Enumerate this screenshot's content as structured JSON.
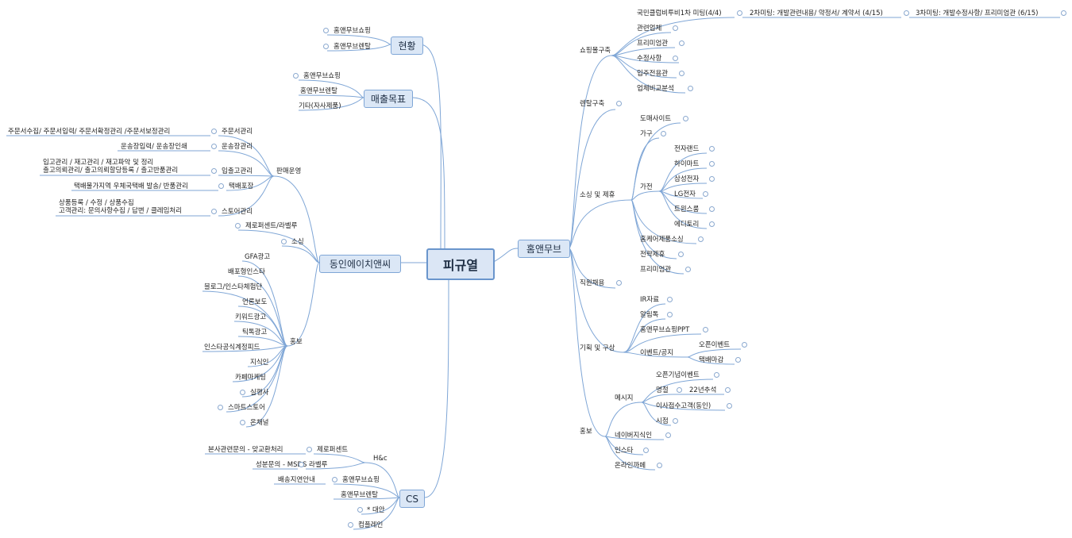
{
  "root": "피규열",
  "main": {
    "homenmu": "홈앤무브",
    "dongin": "동인에이치앤씨",
    "hyunhwang": "현황",
    "maechul": "매출목표",
    "cs": "CS"
  },
  "right": {
    "shopping": "쇼핑몰구축",
    "shopping_items": [
      "국민클럽비투비1차 미팅(4/4)",
      "2차미팅: 개발관련내용/ 약정서/ 계약서 (4/15)",
      "3차미팅: 개발수정사항/ 프리미엄관 (6/15)",
      "관련업체",
      "프리미엄관",
      "수정사항",
      "입주전용관",
      "업체비교분석"
    ],
    "rental": "렌탈구축",
    "sourcing": "소싱 및 제휴",
    "sourcing_items": [
      "도매사이트",
      "가구",
      "가전",
      "홈케어제품소싱",
      "전략제휴",
      "프리미엄관"
    ],
    "appliances": [
      "전자랜드",
      "하이마트",
      "삼성전자",
      "LG전자",
      "트윈스룸",
      "에디토리"
    ],
    "hiring": "직원채용",
    "planning": "기획 및 구상",
    "planning_items": [
      "IR자료",
      "알림톡",
      "홈앤무브쇼핑PPT",
      "이벤트/공지"
    ],
    "events": [
      "오픈이벤트",
      "택배마감"
    ],
    "promo": "홍보",
    "promo_items": [
      "메시지",
      "네이버지식인",
      "인스타",
      "온라인까페"
    ],
    "message_items": [
      "오픈기념이벤트",
      "명절",
      "22년추석",
      "이사접수고객(동인)",
      "시점"
    ]
  },
  "left": {
    "hyunhwang_items": [
      "홈앤무브쇼핑",
      "홈앤무브렌탈"
    ],
    "maechul_items": [
      "홈앤무브쇼핑",
      "홈앤무브렌탈",
      "기타(자사제품)"
    ],
    "sales_ops": "판매운영",
    "order_mgmt": "주문서관리",
    "order_detail": "주문서수집/ 주문서입력/ 주문서확정관리 /주문서보정관리",
    "invoice_mgmt": "운송장관리",
    "invoice_detail": "운송장입력/ 운송장인쇄",
    "stock_mgmt": "입출고관리",
    "stock_detail1": "입고관리 / 재고관리 / 재고파악 및 정리",
    "stock_detail2": "출고의뢰관리/ 출고의뢰할당등록 / 출고반품관리",
    "packing": "택배포장",
    "packing_detail": "택배물가지역 우체국택배 발송/ 반품관리",
    "store_mgmt": "스토어관리",
    "store_detail1": "상품등록 / 수정 / 상품수집",
    "store_detail2": "고객관리: 문의사항수집 / 답변 / 클레임처리",
    "zero_lavelu": "제로퍼센트/라벨루",
    "sourcing": "소싱",
    "promo": "홍보",
    "promo_items": [
      "GFA광고",
      "배포형인스타",
      "블로그/인스타체험단",
      "언론보도",
      "키워드광고",
      "틱톡광고",
      "인스타공식계정피드",
      "지식인",
      "카페마케팅",
      "실행사",
      "스마트스토어",
      "온채널"
    ],
    "hc": "H&c",
    "zeropercent": "제로퍼센트",
    "zero_detail": "본사관련문의 - 맞교환처리",
    "lavelu": "라벨루",
    "lavelu_detail": "성분문의 - MSDS",
    "cs_shop": "홈앤무브쇼핑",
    "cs_shop_detail": "배송지연안내",
    "cs_rental": "홈앤무브렌탈",
    "cs_alt": "* 대안",
    "complain": "컴플레인"
  }
}
